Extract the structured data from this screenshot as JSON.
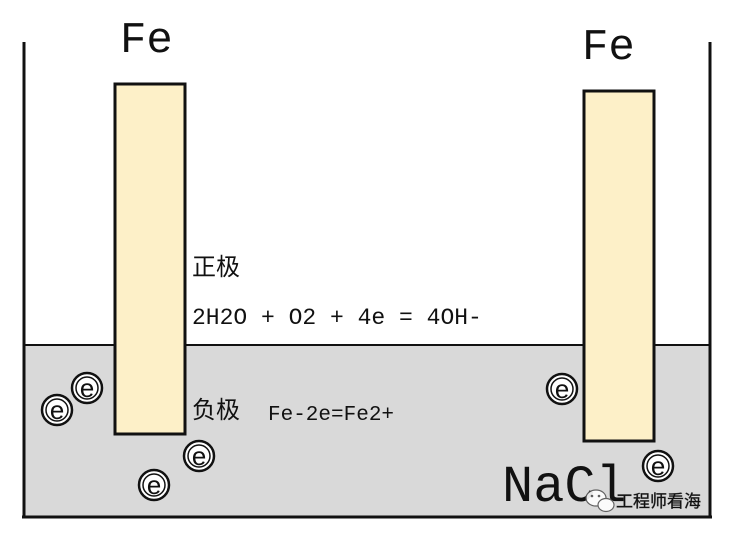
{
  "electrodes": {
    "left": {
      "label": "Fe"
    },
    "right": {
      "label": "Fe"
    }
  },
  "annotations": {
    "positive_label": "正极",
    "positive_reaction": "2H2O + O2 + 4e = 4OH-",
    "negative_label": "负极",
    "negative_reaction": "Fe-2e=Fe2+"
  },
  "electrolyte": {
    "label": "NaCl"
  },
  "electron": {
    "symbol": "e"
  },
  "watermark": {
    "text": "工程师看海"
  },
  "colors": {
    "electrode_fill": "#fdf0c8",
    "solution_fill": "#d9d9d9",
    "outline": "#111111"
  }
}
